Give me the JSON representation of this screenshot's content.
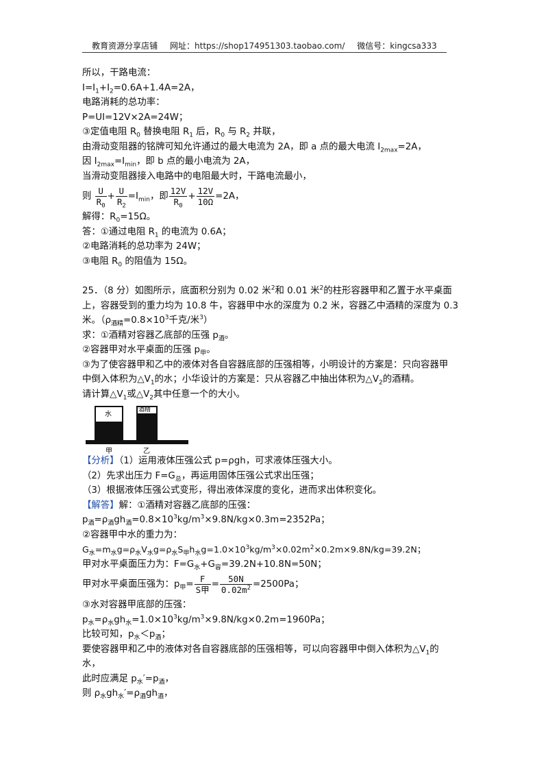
{
  "header": {
    "shop": "教育资源分享店铺",
    "url": "网址：https://shop174951303.taobao.com/",
    "wechat": "微信号：kingcsa333"
  },
  "part1": {
    "l1": "所以，干路电流：",
    "l2a": "I=I",
    "l2b": "+I",
    "l2c": "=0.6A+1.4A=2A，",
    "l3": "电路消耗的总功率：",
    "l4": "P=UI=12V×2A=24W；",
    "l5a": "③定值电阻 R",
    "l5b": " 替换电阻 R",
    "l5c": " 后，R",
    "l5d": " 与 R",
    "l5e": " 并联，",
    "l6a": "由滑动变阻器的铭牌可知允许通过的最大电流为 2A，即 a 点的最大电流 I",
    "l6b": "=2A，",
    "l7a": "因 I",
    "l7b": "=I",
    "l7c": "，即 b 点的最小电流为 2A，",
    "l8": "当滑动变阻器接入电路中的电阻最大时，干路电流最小，",
    "l9a": "则",
    "l9b": "=I",
    "l9c": "，即",
    "l9d": "=2A，",
    "l10a": "解得：R",
    "l10b": "=15Ω。",
    "l11a": "答：①通过电阻 R",
    "l11b": " 的电流为 0.6A；",
    "l12": "②电路消耗的总功率为 24W；",
    "l13a": "③电阻 R",
    "l13b": " 的阻值为 15Ω。"
  },
  "problem": {
    "l1a": "25．（8 分）如图所示，底面积分别为 0.02 米",
    "l1b": "和 0.01 米",
    "l1c": "的柱形容器甲和乙置于水平桌面",
    "l2": "上，容器受到的重力均为 10.8 牛，容器甲中水的深度为 0.2 米，容器乙中酒精的深度为 0.3",
    "l3a": "米。（ρ",
    "l3b": "=0.8×10",
    "l3c": "千克/米",
    "l3d": "）",
    "l4a": "求：①酒精对容器乙底部的压强 p",
    "l4b": "。",
    "l5a": "②容器甲对水平桌面的压强 p",
    "l5b": "。",
    "l6": "③为了使容器甲和乙中的液体对各自容器底部的压强相等，小明设计的方案是：只向容器甲",
    "l7a": "中倒入体积为△V",
    "l7b": "的水；小华设计的方案是：只从容器乙中抽出体积为△V",
    "l7c": "的酒精。",
    "l8a": "请计算△V",
    "l8b": "或△V",
    "l8c": "其中任意一个的大小。"
  },
  "figure": {
    "water": "水",
    "alcohol": "酒精",
    "jia": "甲",
    "yi": "乙"
  },
  "analysis": {
    "tag": "【分析】",
    "a1": "（1）运用液体压强公式 p=ρgh，可求液体压强大小。",
    "a2a": "（2）先求出压力 F=G",
    "a2b": "，再运用固体压强公式求出压强；",
    "a3": "（3）根据液体压强公式变形，得出液体深度的变化，进而求出体积变化。"
  },
  "solution": {
    "tag": "【解答】",
    "s1": "解：①酒精对容器乙底部的压强：",
    "s2a": "p",
    "s2b": "=ρ",
    "s2c": "gh",
    "s2d": "=0.8×10",
    "s2e": "kg/m",
    "s2f": "×9.8N/kg×0.3m=2352Pa；",
    "s3": "②容器甲中水的重力为：",
    "s4a": "G",
    "s4b": "=m",
    "s4c": "g=ρ",
    "s4d": "V",
    "s4e": "g=ρ",
    "s4f": "S",
    "s4g": "h",
    "s4h": "g=1.0×10",
    "s4i": "kg/m",
    "s4j": "×0.02m",
    "s4k": "×0.2m×9.8N/kg=39.2N；",
    "s5a": "甲对水平桌面压力为：F=G",
    "s5b": "+G",
    "s5c": "=39.2N+10.8N=50N；",
    "s6a": "甲对水平桌面压强为：p",
    "s6b": "=",
    "s6c": "=",
    "s6d": "=2500Pa；",
    "s6_f_num": "F",
    "s6_f_den": "S甲",
    "s6_n_num": "50N",
    "s6_n_den": "0.02m",
    "s7": "③水对容器甲底部的压强：",
    "s8a": "p",
    "s8b": "=ρ",
    "s8c": "gh",
    "s8d": "=1.0×10",
    "s8e": "kg/m",
    "s8f": "×9.8N/kg×0.2m=1960Pa；",
    "s9a": "比较可知，p",
    "s9b": "＜p",
    "s9c": "；",
    "s10a": "要使容器甲和乙中的液体对各自容器底部的压强相等，可以向容器甲中倒入体积为△V",
    "s10b": "的",
    "s11": "水，",
    "s12a": "此时应满足 p",
    "s12b": "′=p",
    "s12c": "，",
    "s13a": "则 ρ",
    "s13b": "gh",
    "s13c": "′=ρ",
    "s13d": "gh",
    "s13e": "，"
  },
  "fractions": {
    "f1_num": "U",
    "f1_den": "R",
    "f1_den_sub": "0",
    "plus": "+",
    "f2_num": "U",
    "f2_den": "R",
    "f2_den_sub": "2",
    "f3_num": "12V",
    "f3_den": "R",
    "f3_den_sub": "0",
    "f4_num": "12V",
    "f4_den": "10Ω"
  },
  "subs": {
    "one": "1",
    "two": "2",
    "zero": "0",
    "three": "3",
    "min": "min",
    "max2": "2max",
    "jiu": "酒精",
    "jiu1": "酒",
    "shui": "水",
    "jia": "甲",
    "zong": "总",
    "rong": "容"
  }
}
